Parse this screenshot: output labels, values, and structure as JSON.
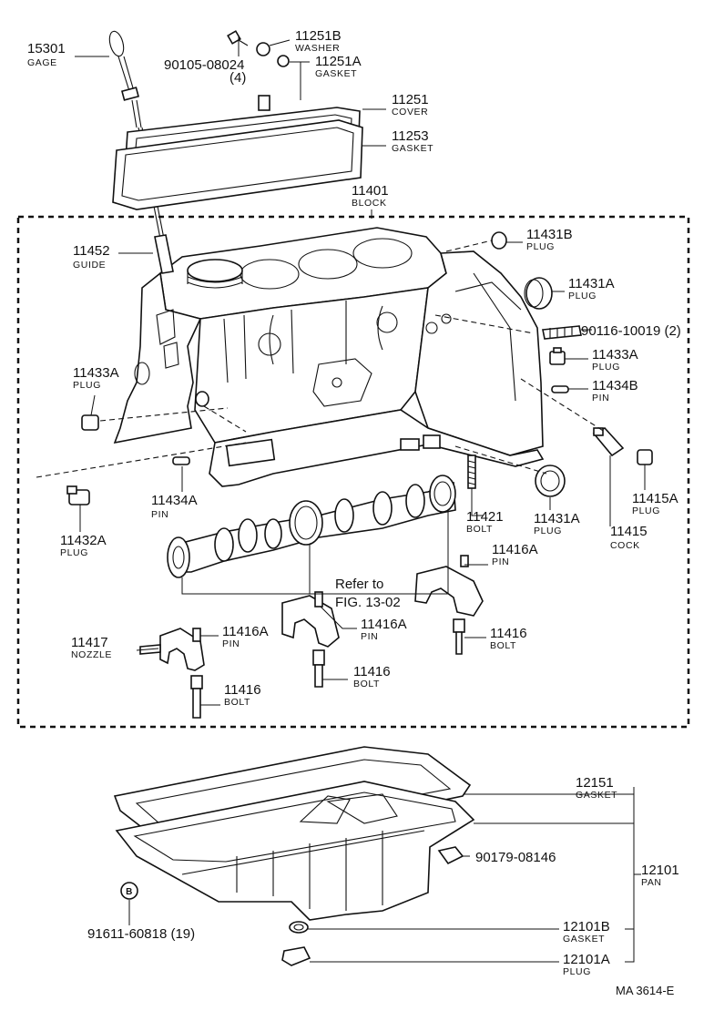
{
  "diagram_code": "MA  3614-E",
  "reference_note": {
    "line1": "Refer to",
    "line2": "FIG. 13-02"
  },
  "labels": {
    "gage": {
      "number": "15301",
      "name": "GAGE"
    },
    "washer": {
      "number": "11251B",
      "name": "WASHER"
    },
    "cover_bolt": {
      "number": "90105-08024",
      "qty": "(4)"
    },
    "grommet": {
      "number": "11251A",
      "name": "GASKET"
    },
    "cover": {
      "number": "11251",
      "name": "COVER"
    },
    "cover_gasket": {
      "number": "11253",
      "name": "GASKET"
    },
    "block": {
      "number": "11401",
      "name": "BLOCK"
    },
    "guide": {
      "number": "11452",
      "name": "GUIDE"
    },
    "plug_11431b": {
      "number": "11431B",
      "name": "PLUG"
    },
    "plug_11431a_top": {
      "number": "11431A",
      "name": "PLUG"
    },
    "stud": {
      "number": "90116-10019 (2)"
    },
    "plug_11433a_right": {
      "number": "11433A",
      "name": "PLUG"
    },
    "pin_11434b": {
      "number": "11434B",
      "name": "PIN"
    },
    "plug_11433a_left": {
      "number": "11433A",
      "name": "PLUG"
    },
    "pin_11434a": {
      "number": "11434A",
      "name": "PIN"
    },
    "bolt_11421": {
      "number": "11421",
      "name": "BOLT"
    },
    "plug_11431a_bottom": {
      "number": "11431A",
      "name": "PLUG"
    },
    "cock": {
      "number": "11415",
      "name": "COCK"
    },
    "plug_11415a": {
      "number": "11415A",
      "name": "PLUG"
    },
    "plug_11432a": {
      "number": "11432A",
      "name": "PLUG"
    },
    "pin_11416a_right": {
      "number": "11416A",
      "name": "PIN"
    },
    "pin_11416a_mid": {
      "number": "11416A",
      "name": "PIN"
    },
    "bolt_11416_right": {
      "number": "11416",
      "name": "BOLT"
    },
    "nozzle": {
      "number": "11417",
      "name": "NOZZLE"
    },
    "pin_11416a_left": {
      "number": "11416A",
      "name": "PIN"
    },
    "bolt_11416_mid": {
      "number": "11416",
      "name": "BOLT"
    },
    "bolt_11416_left": {
      "number": "11416",
      "name": "BOLT"
    },
    "pan_gasket": {
      "number": "12151",
      "name": "GASKET"
    },
    "pan_nut": {
      "number": "90179-08146"
    },
    "pan": {
      "number": "12101",
      "name": "PAN"
    },
    "pan_bolt_marker": "B",
    "pan_bolt": {
      "number": "91611-60818 (19)"
    },
    "drain_gasket": {
      "number": "12101B",
      "name": "GASKET"
    },
    "drain_plug": {
      "number": "12101A",
      "name": "PLUG"
    }
  }
}
